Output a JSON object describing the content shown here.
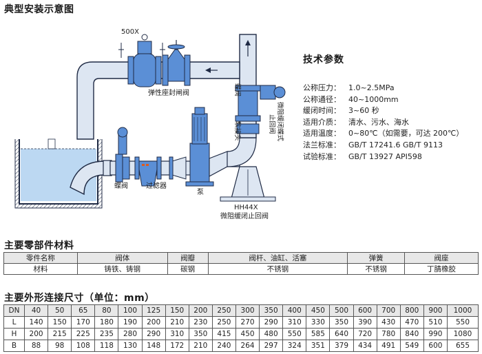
{
  "headings": {
    "install": "典型安装示意图",
    "parts": "主要零部件材料",
    "dims": "主要外形连接尺寸（单位：mm）"
  },
  "diagram": {
    "valve_500x": "500X",
    "gate_valve": "弹性座封闸阀",
    "butterfly_top": "蝶阀",
    "check_valve": [
      "微阻缓闭蝶式",
      "止回阀"
    ],
    "soft_joint": "软接头",
    "butterfly_bottom": "蝶阀",
    "filter": "过滤器",
    "pump": "泵",
    "hh44x_code": "HH44X",
    "hh44x_name": "微阻缓闭止回阀"
  },
  "specs": {
    "title": "技术参数",
    "rows": [
      {
        "k": "公称压力：",
        "v": "1.0~2.5MPa"
      },
      {
        "k": "公称通径：",
        "v": "40~1000mm"
      },
      {
        "k": "缓闭时间：",
        "v": "3~60 秒"
      },
      {
        "k": "适用介质：",
        "v": "清水、污水、海水"
      },
      {
        "k": "适用温度：",
        "v": "0~80℃（如需要，可达 200℃）"
      },
      {
        "k": "法兰标准：",
        "v": "GB/T 17241.6 GB/T 9113"
      },
      {
        "k": "试验标准：",
        "v": "GB/T 13927 API598"
      }
    ]
  },
  "parts_table": {
    "header": [
      "零件名称",
      "阀体",
      "阀瓣",
      "阀杆、油缸、活塞",
      "弹簧",
      "阀座"
    ],
    "row": [
      "材料",
      "铸铁、铸钢",
      "碳钢",
      "不锈钢",
      "不锈钢",
      "丁腈橡胶"
    ]
  },
  "dims_table": {
    "header": [
      "DN",
      "40",
      "50",
      "65",
      "80",
      "100",
      "125",
      "150",
      "200",
      "250",
      "300",
      "350",
      "400",
      "450",
      "500",
      "600",
      "700",
      "800",
      "900",
      "1000"
    ],
    "rows": [
      [
        "L",
        "140",
        "150",
        "170",
        "180",
        "190",
        "200",
        "210",
        "230",
        "250",
        "270",
        "290",
        "310",
        "330",
        "350",
        "390",
        "430",
        "470",
        "510",
        "550"
      ],
      [
        "H",
        "200",
        "215",
        "225",
        "235",
        "280",
        "290",
        "310",
        "350",
        "415",
        "450",
        "480",
        "550",
        "585",
        "640",
        "720",
        "780",
        "840",
        "990",
        "1080"
      ],
      [
        "B",
        "88",
        "98",
        "108",
        "118",
        "130",
        "148",
        "172",
        "210",
        "240",
        "264",
        "297",
        "324",
        "351",
        "379",
        "434",
        "491",
        "549",
        "600",
        "655"
      ]
    ]
  },
  "colors": {
    "pipe_fill": "#dde6f2",
    "pipe_stroke": "#1f2a44",
    "valve_blue": "#5b8fd6",
    "water": "#bcd8f2",
    "arrow": "#e05a1c"
  }
}
